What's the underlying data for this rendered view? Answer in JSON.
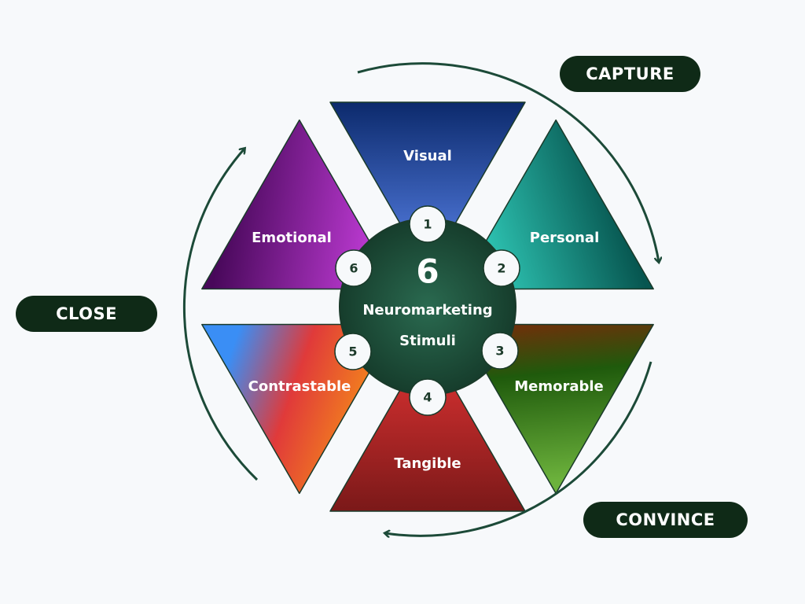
{
  "center": {
    "number": "6",
    "line1": "Neuromarketing",
    "line2": "Stimuli"
  },
  "segments": [
    {
      "num": "1",
      "label": "Visual"
    },
    {
      "num": "2",
      "label": "Personal"
    },
    {
      "num": "3",
      "label": "Memorable"
    },
    {
      "num": "4",
      "label": "Tangible"
    },
    {
      "num": "5",
      "label": "Contrastable"
    },
    {
      "num": "6",
      "label": "Emotional"
    }
  ],
  "phases": {
    "capture": "CAPTURE",
    "convince": "CONVINCE",
    "close": "CLOSE"
  },
  "colors": {
    "pill": "#0f2a17",
    "arrow": "#1c4a38",
    "center": "#1d4a3a",
    "background": "#f7f9fb"
  }
}
